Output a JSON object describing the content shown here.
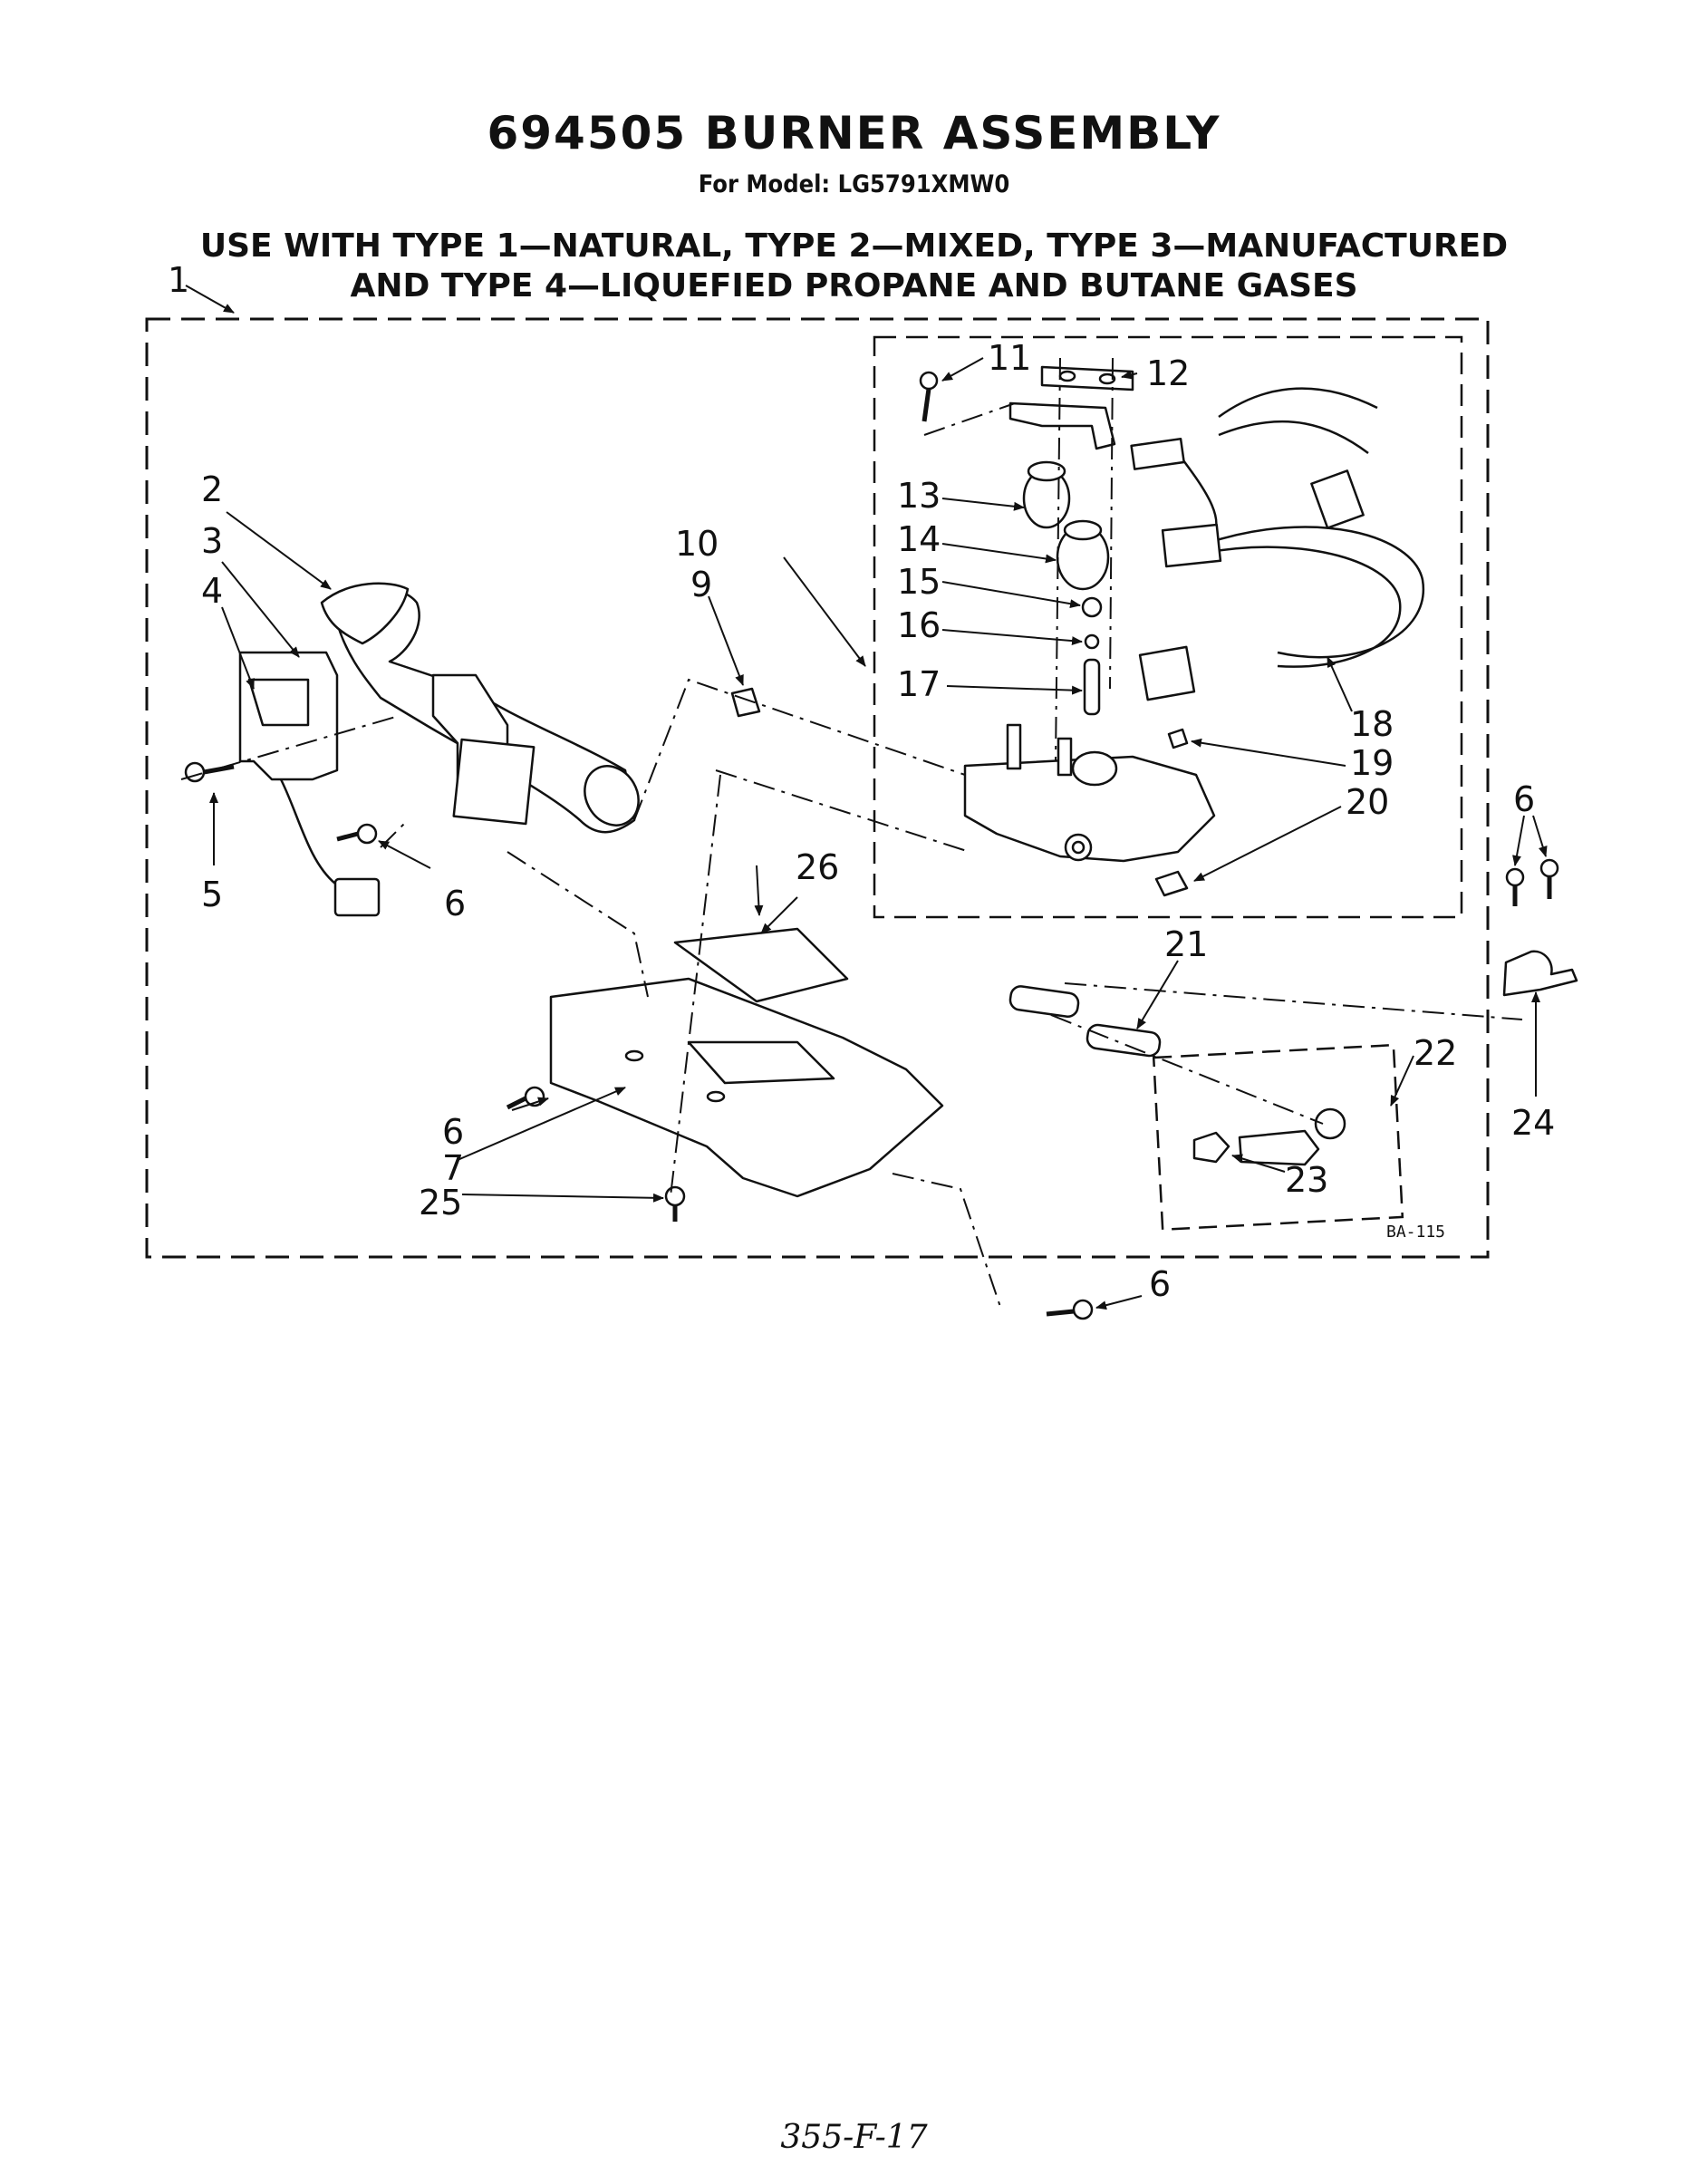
{
  "header": {
    "title": "694505 BURNER ASSEMBLY",
    "subtitle": "For Model: LG5791XMW0",
    "usage_line1": "USE WITH TYPE 1—NATURAL, TYPE 2—MIXED, TYPE 3—MANUFACTURED",
    "usage_line2": "AND TYPE 4—LIQUEFIED PROPANE AND BUTANE GASES"
  },
  "diagram": {
    "code": "BA-115",
    "callouts": {
      "c1": "1",
      "c2": "2",
      "c3": "3",
      "c4": "4",
      "c5": "5",
      "c6a": "6",
      "c6b": "6",
      "c6c": "6",
      "c6d": "6",
      "c7": "7",
      "c9": "9",
      "c10": "10",
      "c11": "11",
      "c12": "12",
      "c13": "13",
      "c14": "14",
      "c15": "15",
      "c16": "16",
      "c17": "17",
      "c18": "18",
      "c19": "19",
      "c20": "20",
      "c21": "21",
      "c22": "22",
      "c23": "23",
      "c24": "24",
      "c25": "25",
      "c26": "26"
    }
  },
  "footer": {
    "handwritten_note": "355-F-17"
  }
}
